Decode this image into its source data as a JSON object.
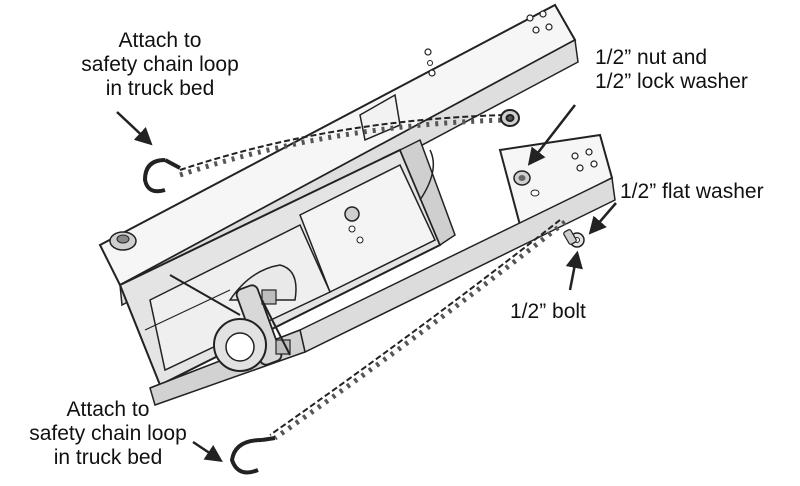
{
  "labels": {
    "top_left_chain": [
      "Attach to",
      "safety chain loop",
      "in truck bed"
    ],
    "nut_washer": [
      "1/2” nut and",
      "1/2” lock washer"
    ],
    "flat_washer": "1/2” flat washer",
    "bolt": "1/2” bolt",
    "bottom_left_chain": [
      "Attach to",
      "safety chain loop",
      "in truck bed"
    ]
  },
  "colors": {
    "line": "#222222",
    "fill_light": "#f4f4f4",
    "fill_mid": "#e2e2e2",
    "fill_dark": "#bdbdbd",
    "shadow": "#9a9a9a"
  },
  "icons": [
    "chain",
    "hook",
    "bolt",
    "nut",
    "washer",
    "arrow"
  ]
}
